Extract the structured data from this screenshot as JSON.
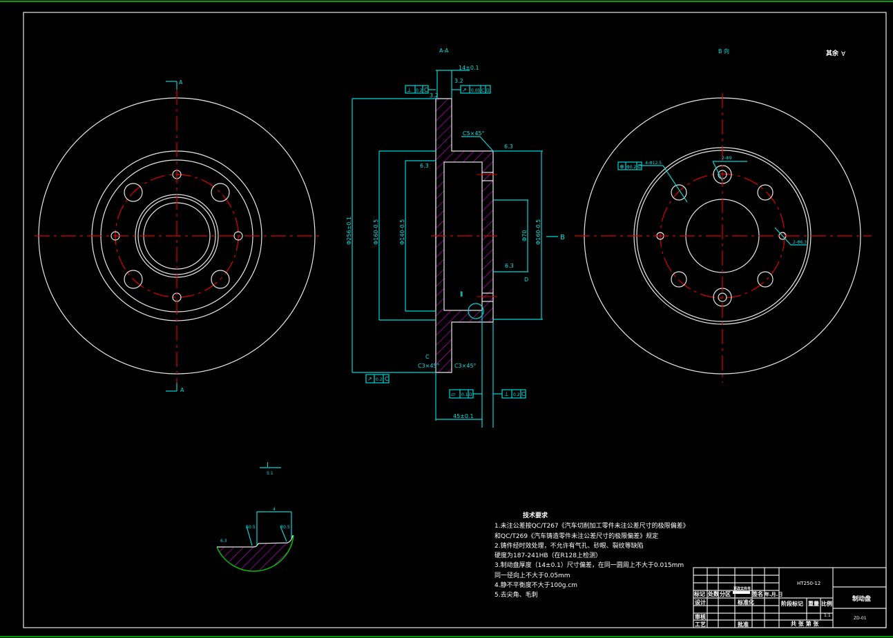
{
  "views": {
    "section_title": "A-A",
    "view_b_title": "B 向",
    "section_mark": "A",
    "arrow_b": "B",
    "detail_mark": "I",
    "detail_scale": "5:1",
    "surface_rest": "其余",
    "datum_c": "C"
  },
  "dimensions": {
    "thickness": "14±0.1",
    "chamfer_top": "C5×45°",
    "chamfer_bottom_left": "C3×45°",
    "chamfer_bottom_right": "C3×45°",
    "roughness": "6.3",
    "roughness_b": "3.2",
    "outer_dia": "Φ256±0.1",
    "dia2": "Φ160-0.5",
    "dia3": "Φ140-0.5",
    "dia4": "Φ70",
    "dia5": "Φ160-0.5",
    "height": "45±0.1",
    "hole_top": "2-Φ9",
    "hole_pos": "4-Φ12.5",
    "hole_right": "2-Φ6.3",
    "detail_width": "4",
    "detail_r1": "R0.5",
    "detail_r2": "R0.5"
  },
  "tolerances": {
    "perp": "0.2",
    "runout_top": "0.05",
    "runout_bottom": "0.2",
    "flatness": "0.1",
    "perp_bottom": "0.2",
    "position": "Φ0.2",
    "datum": "C",
    "datum_b": "D"
  },
  "tech_requirements": {
    "title": "技术要求",
    "lines": [
      "1.未注公差按QC/T267《汽车切削加工零件未注公差尺寸的极限偏差》",
      "和QC/T269《汽车铸造零件未注公差尺寸的极限偏差》规定",
      "2.铸件经时效处理，不允许有气孔、砂眼、裂纹等缺陷",
      "   硬度为187-241HB（在R128上检测）",
      "3.制动盘厚度（14±0.1）尺寸偏差，在同一圆周上不大于0.015mm",
      "    同一径向上不大于0.05mm",
      "4.静不平衡度不大于100g.cm",
      "5.去尖角、毛刺"
    ]
  },
  "title_block": {
    "material": "HT250-12",
    "part_name": "制动盘",
    "drawing_no": "ZD-01",
    "scale": "1:1",
    "revision_header": [
      "标记",
      "处数",
      "分区",
      "更改文件号",
      "签名",
      "年.月.日"
    ],
    "design": "设计",
    "standardize": "标准化",
    "review": "审核",
    "process": "工艺",
    "approve": "批准",
    "stage_mark": "阶段标记",
    "weight": "重量",
    "scale_label": "比例",
    "sheets": "共  张  第  张"
  },
  "colors": {
    "cyan": "#00d8d8",
    "red": "#e00000",
    "hatch": "#e000e0",
    "green": "#00c000"
  }
}
